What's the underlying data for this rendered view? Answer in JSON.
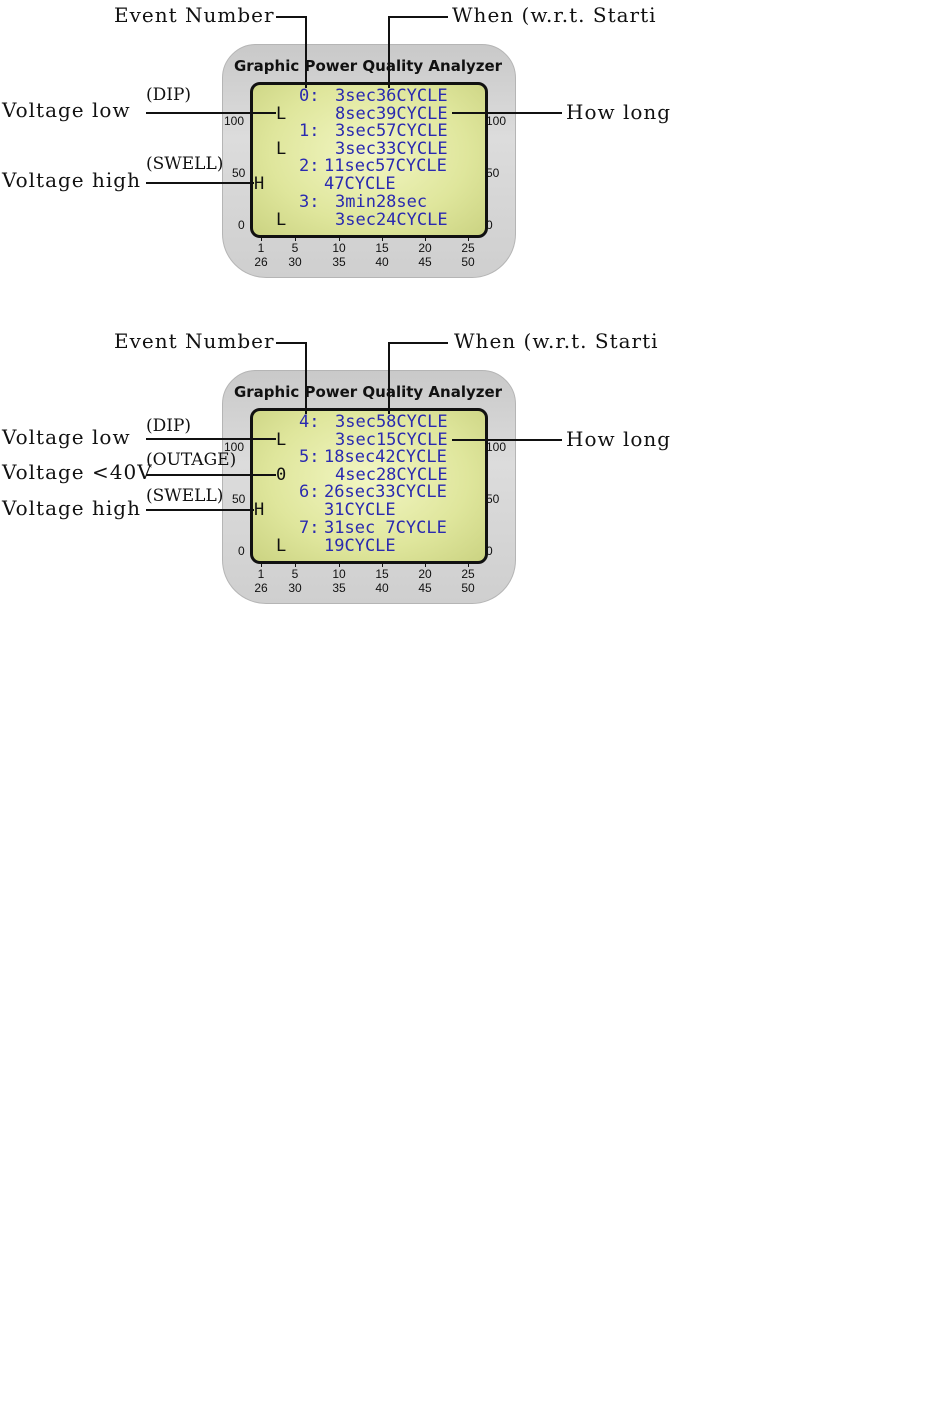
{
  "device_title": "Graphic Power Quality Analyzer",
  "callouts": {
    "event_number": "Event Number",
    "when": "When (w.r.t. Starti",
    "how_long": "How long",
    "voltage_low": "Voltage low",
    "voltage_high": "Voltage high",
    "voltage_outage": "Voltage <40V",
    "dip": "(DIP)",
    "swell": "(SWELL)",
    "outage": "(OUTAGE)"
  },
  "scale": {
    "top": "100",
    "mid": "50",
    "bottom": "0"
  },
  "x_ticks_top": [
    "1",
    "5",
    "10",
    "15",
    "20",
    "25"
  ],
  "x_ticks_bottom": [
    "26",
    "30",
    "35",
    "40",
    "45",
    "50"
  ],
  "panel_a": {
    "rows": [
      {
        "mark": "",
        "num": "0:",
        "text": "3sec36CYCLE"
      },
      {
        "mark": "L",
        "num": "",
        "text": "8sec39CYCLE"
      },
      {
        "mark": "",
        "num": "1:",
        "text": "3sec57CYCLE"
      },
      {
        "mark": "L",
        "num": "",
        "text": "3sec33CYCLE"
      },
      {
        "mark": "",
        "num": "2:",
        "text": "11sec57CYCLE"
      },
      {
        "mark": "H",
        "num": "",
        "text": "47CYCLE"
      },
      {
        "mark": "",
        "num": "3:",
        "text": "3min28sec"
      },
      {
        "mark": "L",
        "num": "",
        "text": "3sec24CYCLE"
      }
    ]
  },
  "panel_b": {
    "rows": [
      {
        "mark": "",
        "num": "4:",
        "text": "3sec58CYCLE"
      },
      {
        "mark": "L",
        "num": "",
        "text": "3sec15CYCLE"
      },
      {
        "mark": "",
        "num": "5:",
        "text": "18sec42CYCLE"
      },
      {
        "mark": "0",
        "num": "",
        "text": "4sec28CYCLE"
      },
      {
        "mark": "",
        "num": "6:",
        "text": "26sec33CYCLE"
      },
      {
        "mark": "H",
        "num": "",
        "text": "31CYCLE"
      },
      {
        "mark": "",
        "num": "7:",
        "text": "31sec 7CYCLE"
      },
      {
        "mark": "L",
        "num": "",
        "text": "19CYCLE"
      }
    ]
  }
}
